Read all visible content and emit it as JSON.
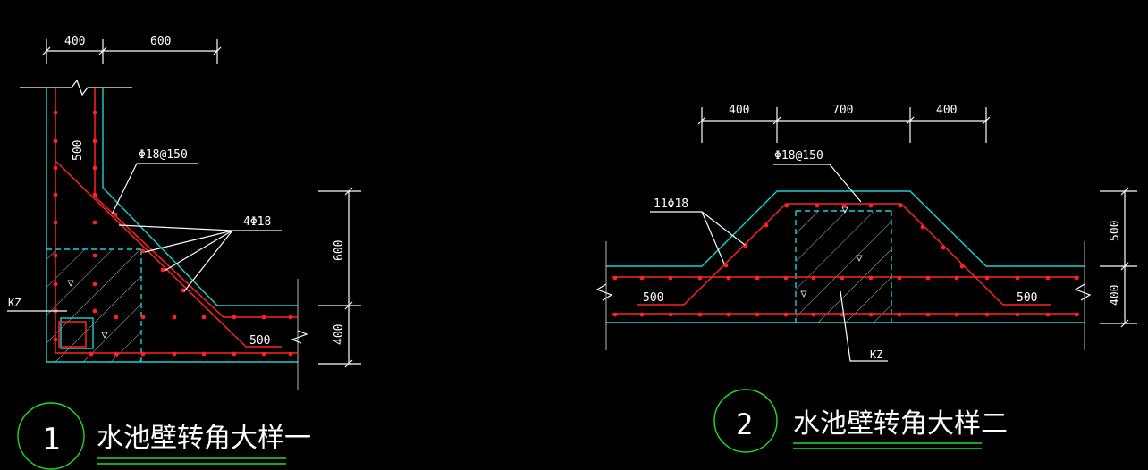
{
  "detail1": {
    "dims_top": [
      "400",
      "600"
    ],
    "dims_right": [
      "600",
      "400"
    ],
    "label_wall": "500",
    "label_bottom": "500",
    "rebar_main": "Φ18@150",
    "rebar_corner": "4Φ18",
    "column": "KZ",
    "number": "1",
    "title": "水池壁转角大样一"
  },
  "detail2": {
    "dims_top": [
      "400",
      "700",
      "400"
    ],
    "dims_right": [
      "500",
      "400"
    ],
    "label_left": "500",
    "label_right": "500",
    "rebar_main": "Φ18@150",
    "rebar_count": "11Φ18",
    "column": "KZ",
    "number": "2",
    "title": "水池壁转角大样二"
  },
  "colors": {
    "background": "#000000",
    "concrete": "#19d3d3",
    "rebar": "#ff2222",
    "title_underline": "#22dd22",
    "text": "#ffffff"
  }
}
